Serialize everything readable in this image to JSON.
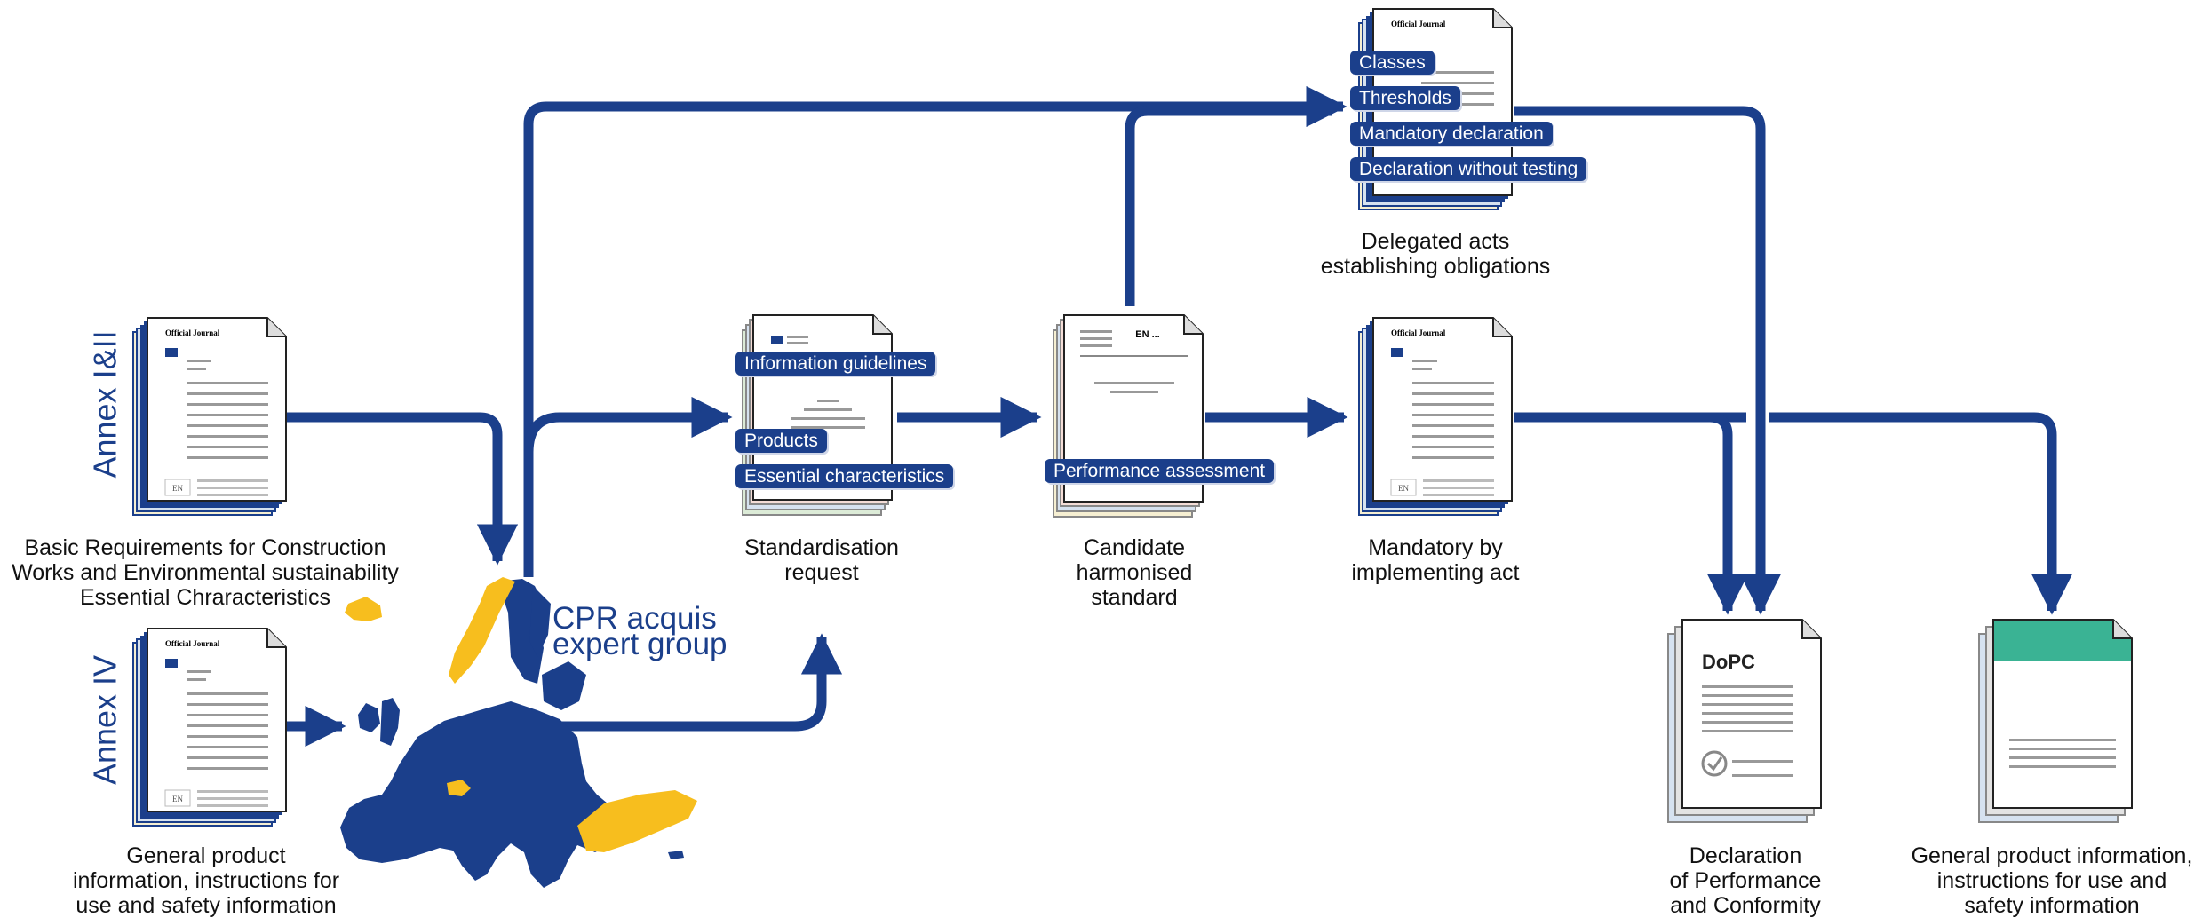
{
  "colors": {
    "navy": "#1b3f8b",
    "yellow": "#f7be1e",
    "teal": "#3ab394",
    "paper_cream": "#f6efd2",
    "paper_blue": "#d6e2f0",
    "paper_green": "#dcebd7",
    "paper_pink": "#f4ddd7"
  },
  "annex_labels": {
    "annex_1_2": "Annex I&II",
    "annex_4": "Annex IV"
  },
  "doc_stamps": {
    "journal": "Official Journal",
    "lang": "EN",
    "en_header": "EN ...",
    "dopc": "DoPC"
  },
  "expert_group": {
    "line1": "CPR acquis",
    "line2": "expert group"
  },
  "tags": {
    "information_guidelines": "Information guidelines",
    "products": "Products",
    "essential_characteristics": "Essential characteristics",
    "performance_assessment": "Performance assessment",
    "classes": "Classes",
    "thresholds": "Thresholds",
    "mandatory_declaration": "Mandatory declaration",
    "declaration_without_testing": "Declaration without testing"
  },
  "captions": {
    "basic_requirements": [
      "Basic Requirements for Construction",
      "Works and Environmental sustainability",
      "Essential Chraracteristics"
    ],
    "general_product_left": [
      "General product",
      "information, instructions for",
      "use and safety information"
    ],
    "standardisation_request": [
      "Standardisation",
      "request"
    ],
    "candidate_standard": [
      "Candidate",
      "harmonised",
      "standard"
    ],
    "mandatory_act": [
      "Mandatory by",
      "implementing act"
    ],
    "delegated_acts": [
      "Delegated acts",
      "establishing obligations"
    ],
    "declaration": [
      "Declaration",
      "of Performance",
      "and Conformity"
    ],
    "general_product_right": [
      "General product information,",
      "instructions for use and",
      "safety information"
    ]
  }
}
